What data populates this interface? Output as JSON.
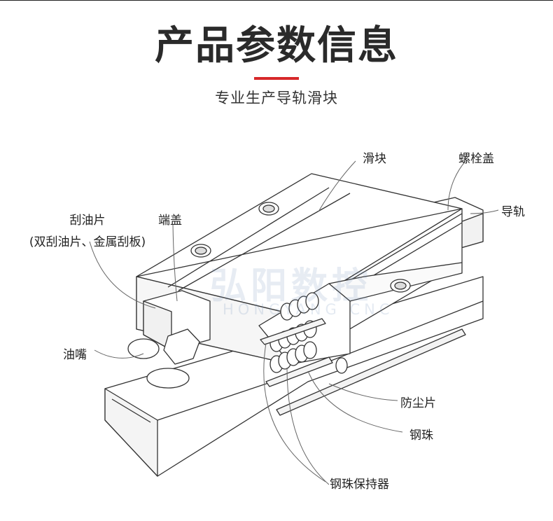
{
  "header": {
    "title": "产品参数信息",
    "subtitle": "专业生产导轨滑块",
    "accent_color": "#d7282a"
  },
  "watermark": {
    "text": "弘阳数控",
    "sub": "HONGYANG CNC"
  },
  "labels": {
    "slider": "滑块",
    "bolt_cap": "螺栓盖",
    "rail": "导轨",
    "scraper_line1": "刮油片",
    "scraper_line2": "(双刮油片、金属刮板)",
    "end_cap": "端盖",
    "grease_nipple": "油嘴",
    "dust_strip": "防尘片",
    "steel_ball": "钢珠",
    "ball_retainer": "钢珠保持器"
  }
}
